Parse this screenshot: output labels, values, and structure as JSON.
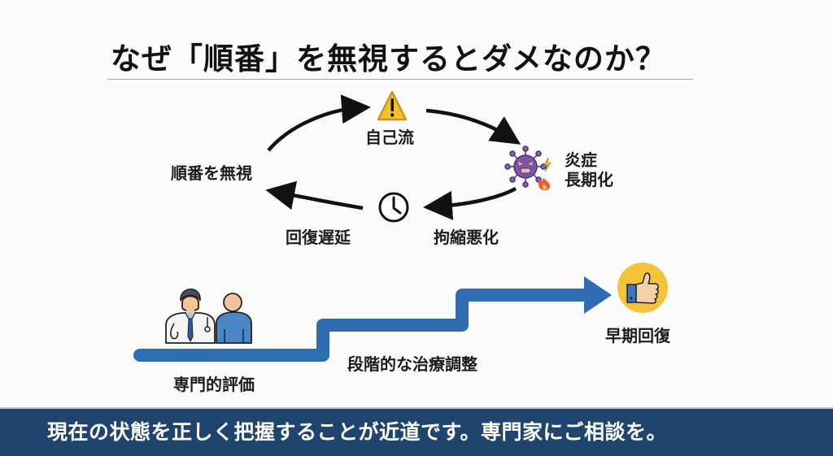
{
  "title": "なぜ「順番」を無視するとダメなのか？",
  "cycle": {
    "nodes": [
      {
        "label": "順番を無視",
        "icon": "none"
      },
      {
        "label": "自己流",
        "icon": "warning-icon"
      },
      {
        "label": "炎症\n長期化",
        "line1": "炎症",
        "line2": "長期化",
        "icon": "virus-fire-icon"
      },
      {
        "label": "拘縮悪化",
        "icon": "none"
      },
      {
        "label": "回復遅延",
        "icon": "clock-icon"
      }
    ]
  },
  "steps": {
    "start_label": "専門的評価",
    "middle_label": "段階的な治療調整",
    "end_label": "早期回復",
    "start_icon": "doctor-patient-icon",
    "end_icon": "thumbs-up-icon"
  },
  "footer": {
    "text": "現在の状態を正しく把握することが近道です。専門家にご相談を。",
    "icon": "sparkle-icon"
  },
  "colors": {
    "accent_blue": "#2f6db3",
    "footer_bg": "#1f456e",
    "warning_yellow": "#f2c12e",
    "virus_purple": "#7b55a8",
    "thumb_circle": "#f3c33a"
  }
}
